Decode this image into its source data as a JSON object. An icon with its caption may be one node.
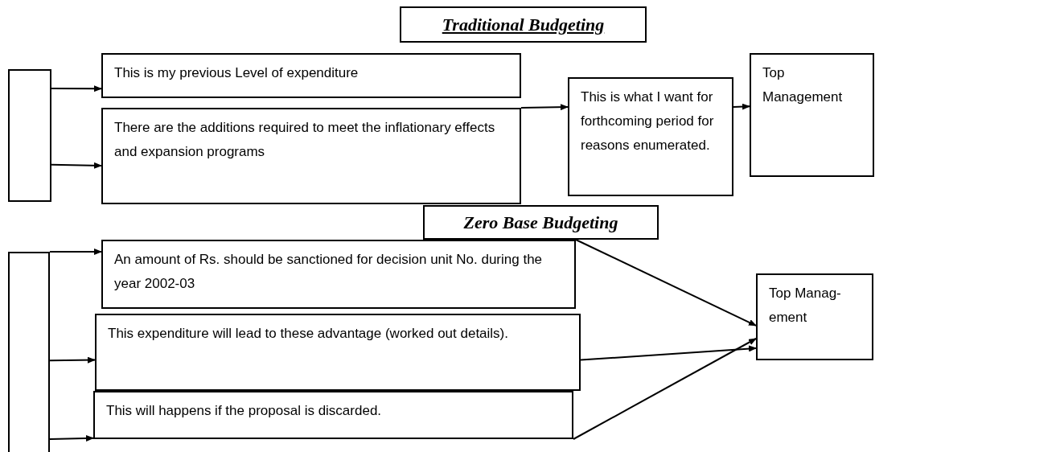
{
  "diagram": {
    "nodes": [
      {
        "text": [
          "Traditional Budgeting"
        ]
      },
      {
        "text": [],
        "shape": "box"
      },
      {
        "text": [
          "This is my previous Level of expenditure"
        ]
      },
      {
        "text": [
          "There are the additions required to meet the inflationary effects and expansion programs"
        ]
      },
      {
        "text": [
          "This is what I want for forthcoming period for reasons enumerated."
        ]
      },
      {
        "text": [
          "Top Management"
        ]
      },
      {
        "text": [
          "Zero Base Budgeting"
        ]
      },
      {
        "text": [],
        "shape": "box"
      },
      {
        "text": [
          "An amount of Rs. should be sanctioned for decision unit No. during the year 2002-03"
        ]
      },
      {
        "text": [
          "This expenditure will lead to these advantage (worked out details)."
        ]
      },
      {
        "text": [
          "This will happens if the proposal is discarded."
        ]
      },
      {
        "text": [
          "Top Manag-ement"
        ]
      }
    ],
    "edges": [
      {
        "from": 1,
        "to": 2,
        "arrow": "to"
      },
      {
        "from": 1,
        "to": 3,
        "arrow": "to"
      },
      {
        "from": 3,
        "to": 4,
        "arrow": "to"
      },
      {
        "from": 4,
        "to": 5,
        "arrow": "to"
      },
      {
        "from": 7,
        "to": 8,
        "arrow": "to"
      },
      {
        "from": 7,
        "to": 9,
        "arrow": "to"
      },
      {
        "from": 7,
        "to": 10,
        "arrow": "to"
      },
      {
        "from": 8,
        "to": 11,
        "arrow": "to"
      },
      {
        "from": 9,
        "to": 11,
        "arrow": "to"
      },
      {
        "from": 10,
        "to": 11,
        "arrow": "to"
      }
    ]
  }
}
